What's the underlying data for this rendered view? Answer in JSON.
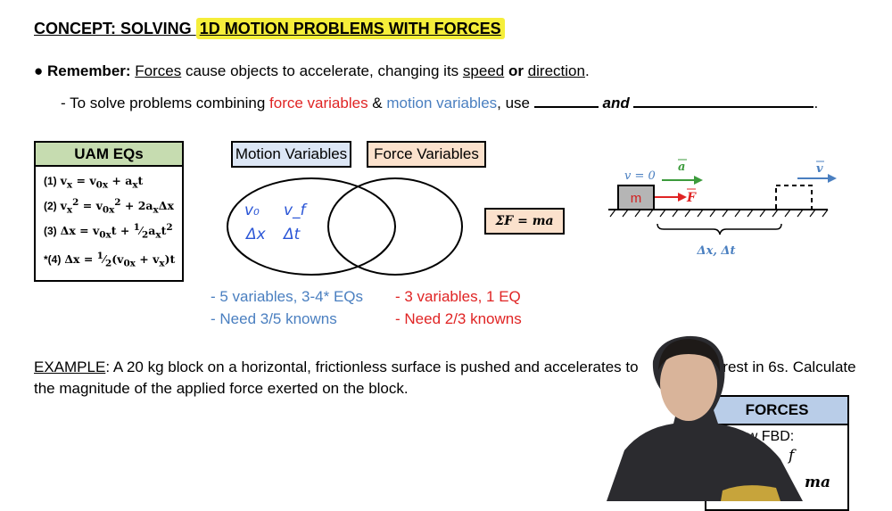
{
  "title": {
    "prefix": "CONCEPT: SOLVING ",
    "highlight": "1D MOTION PROBLEMS WITH FORCES"
  },
  "remember": {
    "bullet": "●",
    "label": "Remember:",
    "w1": "Forces",
    "t1": " cause objects to accelerate, changing its ",
    "w2": "speed",
    "t2": " or ",
    "w3": "direction",
    "t3": "."
  },
  "solve": {
    "t1": "- To solve problems combining ",
    "force": "force variables",
    "amp": " & ",
    "motion": "motion variables",
    "t2": ", use ",
    "and": "and",
    "end": "."
  },
  "uam": {
    "title": "UAM EQs",
    "eq_numbers": [
      "(1)",
      "(2)",
      "(3)",
      "*(4)"
    ]
  },
  "venn": {
    "motion_label": "Motion Variables",
    "force_label": "Force Variables",
    "handwritten": [
      "v₀",
      "v_f",
      "Δx",
      "Δt"
    ],
    "sum_force": "ΣF = ma"
  },
  "notes": {
    "motion": [
      "- 5 variables, 3-4* EQs",
      "- Need 3/5 knowns"
    ],
    "force": [
      "- 3 variables, 1 EQ",
      "- Need 2/3 knowns"
    ]
  },
  "diagram": {
    "v0": "v = 0",
    "a": "a",
    "F": "F",
    "v": "v",
    "mass": "m",
    "dx_dt": "Δx, Δt"
  },
  "example": {
    "label": "EXAMPLE",
    "text_a": ": A 20 kg block on a horizontal, frictionless surface is pushed and accelerates to",
    "text_b": "rest in 6s. Calculate the magnitude of the applied force exerted on the block."
  },
  "forces_panel": {
    "title": "FORCES",
    "line1": "Draw FBD:",
    "line2": "f",
    "line3": "ma"
  },
  "colors": {
    "highlight": "#f5ee3a",
    "red": "#e02424",
    "blue": "#4a7fc0",
    "green_head": "#c6dcb0"
  }
}
